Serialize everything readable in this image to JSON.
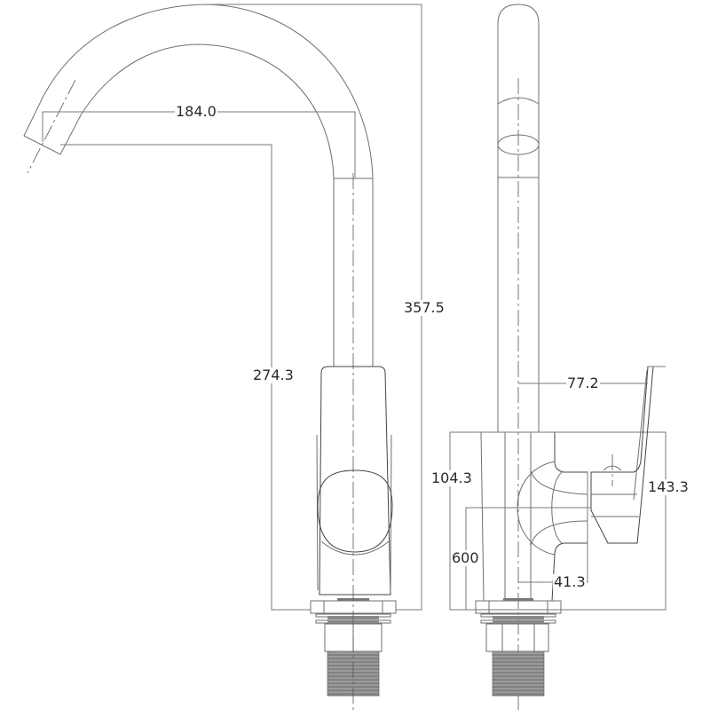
{
  "drawing": {
    "title": "Faucet technical drawing (front and side views)",
    "views": [
      "front-view",
      "side-view"
    ],
    "line_color": "#6f6f6f",
    "text_color": "#2a2a2a",
    "background": "#ffffff"
  },
  "dimensions": {
    "front": {
      "spout_reach": "184.0",
      "total_height": "357.5",
      "spout_outlet_height": "274.3"
    },
    "side": {
      "handle_reach": "77.2",
      "body_height": "104.3",
      "handle_height": "143.3",
      "base_height": "600",
      "body_offset": "41.3"
    }
  }
}
